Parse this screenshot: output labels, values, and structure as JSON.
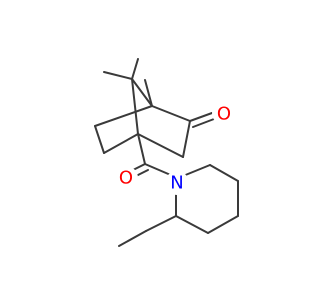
{
  "molecule": {
    "atoms": {
      "oxygen_ketone": {
        "symbol": "O",
        "color": "#ff0000"
      },
      "oxygen_amide": {
        "symbol": "O",
        "color": "#ff0000"
      },
      "nitrogen": {
        "symbol": "N",
        "color": "#0000ff"
      }
    },
    "bond_color": "#3a3a3a"
  }
}
